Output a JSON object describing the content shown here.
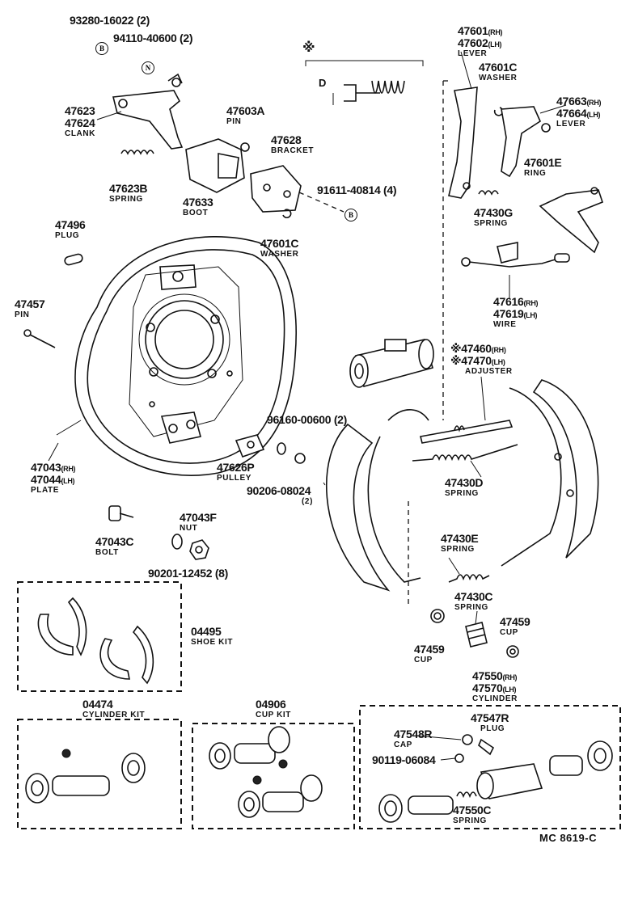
{
  "labels": {
    "p93280": {
      "pn": "93280-16022 (2)"
    },
    "p94110": {
      "pn": "94110-40600 (2)"
    },
    "p47623": {
      "pn": "47623",
      "pn2": "47624",
      "nm": "CLANK"
    },
    "p47603A": {
      "pn": "47603A",
      "nm": "PIN"
    },
    "p47628": {
      "pn": "47628",
      "nm": "BRACKET"
    },
    "p47623B": {
      "pn": "47623B",
      "nm": "SPRING"
    },
    "p47633": {
      "pn": "47633",
      "nm": "BOOT"
    },
    "p91611": {
      "pn": "91611-40814 (4)"
    },
    "p47496": {
      "pn": "47496",
      "nm": "PLUG"
    },
    "p47601C_a": {
      "pn": "47601C",
      "nm": "WASHER"
    },
    "p47457": {
      "pn": "47457",
      "nm": "PIN"
    },
    "p47043": {
      "pn": "47043",
      "pn_sfx": "(RH)",
      "pn2": "47044",
      "pn2_sfx": "(LH)",
      "nm": "PLATE"
    },
    "p47626P": {
      "pn": "47626P",
      "nm": "PULLEY"
    },
    "p96160": {
      "pn": "96160-00600 (2)"
    },
    "p90206": {
      "pn": "90206-08024",
      "nm": "(2)"
    },
    "p47043F": {
      "pn": "47043F",
      "nm": "NUT"
    },
    "p47043C": {
      "pn": "47043C",
      "nm": "BOLT"
    },
    "p90201": {
      "pn": "90201-12452 (8)"
    },
    "p47601": {
      "pn": "47601",
      "pn_sfx": "(RH)",
      "pn2": "47602",
      "pn2_sfx": "(LH)",
      "nm": "LEVER"
    },
    "p47601C_b": {
      "pn": "47601C",
      "nm": "WASHER"
    },
    "p47663": {
      "pn": "47663",
      "pn_sfx": "(RH)",
      "pn2": "47664",
      "pn2_sfx": "(LH)",
      "nm": "LEVER"
    },
    "p47601E": {
      "pn": "47601E",
      "nm": "RING"
    },
    "p47430G": {
      "pn": "47430G",
      "nm": "SPRING"
    },
    "p47616": {
      "pn": "47616",
      "pn_sfx": "(RH)",
      "pn2": "47619",
      "pn2_sfx": "(LH)",
      "nm": "WIRE"
    },
    "p47460": {
      "pn": "※47460",
      "pn_sfx": "(RH)",
      "pn2": "※47470",
      "pn2_sfx": "(LH)",
      "nm": "ADJUSTER"
    },
    "p47430D": {
      "pn": "47430D",
      "nm": "SPRING"
    },
    "p47430E": {
      "pn": "47430E",
      "nm": "SPRING"
    },
    "p47430C": {
      "pn": "47430C",
      "nm": "SPRING"
    },
    "p47459_a": {
      "pn": "47459",
      "nm": "CUP"
    },
    "p47459_b": {
      "pn": "47459",
      "nm": "CUP"
    },
    "p04495": {
      "pn": "04495",
      "nm": "SHOE KIT"
    },
    "p04474": {
      "pn": "04474",
      "nm": "CYLINDER KIT"
    },
    "p04906": {
      "pn": "04906",
      "nm": "CUP KIT"
    },
    "p47550": {
      "pn": "47550",
      "pn_sfx": "(RH)",
      "pn2": "47570",
      "pn2_sfx": "(LH)",
      "nm": "CYLINDER"
    },
    "p47548R": {
      "pn": "47548R",
      "nm": "CAP"
    },
    "p47547R": {
      "pn": "47547R",
      "nm": "PLUG"
    },
    "p90119": {
      "pn": "90119-06084"
    },
    "p47550C": {
      "pn": "47550C",
      "nm": "SPRING"
    }
  },
  "markers": {
    "bolt_b": "B",
    "nut_n": "N",
    "asterisk": "※",
    "dim_d": "D"
  },
  "footer": {
    "code": "MC 8619-C"
  }
}
